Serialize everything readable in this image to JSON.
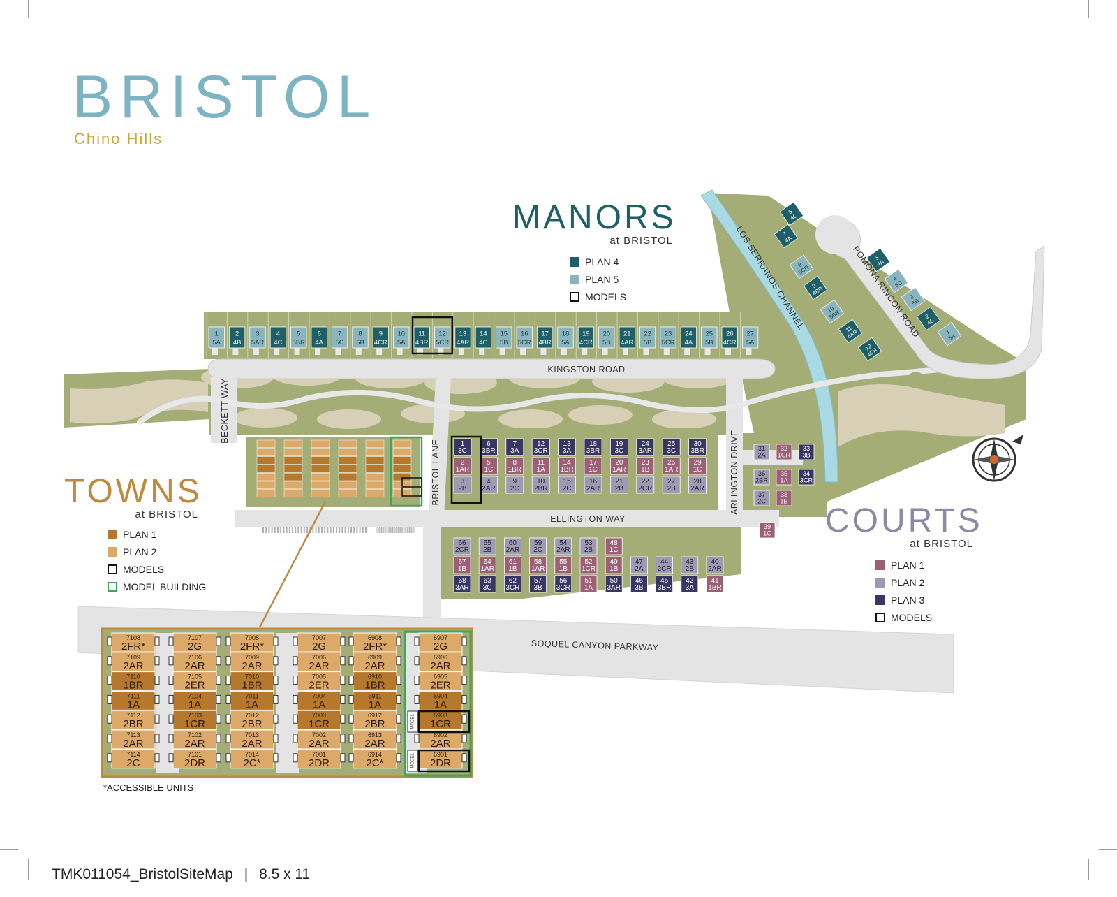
{
  "brand": {
    "title": "BRISTOL",
    "subtitle": "Chino Hills"
  },
  "colors": {
    "bg": "#ffffff",
    "grass": "#a3ad75",
    "grass_dark": "#8d9860",
    "sand": "#d7cfb6",
    "road": "#e4e4e4",
    "water": "#a9d9e2",
    "manor_plan4": "#1f6068",
    "manor_plan5": "#8ab5bf",
    "town_plan1": "#b5782c",
    "town_plan2": "#dca968",
    "court_plan1": "#9c5f75",
    "court_plan2": "#9e9ab2",
    "court_plan3": "#3a3663",
    "towns_accent": "#c08a3e",
    "model_building": "#3aa85b"
  },
  "manors": {
    "title": "MANORS",
    "sub": "at BRISTOL",
    "legend": [
      {
        "label": "PLAN 4",
        "type": "plan4"
      },
      {
        "label": "PLAN 5",
        "type": "plan5"
      },
      {
        "label": "MODELS",
        "type": "model"
      }
    ],
    "row_lots": [
      {
        "n": "1",
        "p": "5A"
      },
      {
        "n": "2",
        "p": "4B"
      },
      {
        "n": "3",
        "p": "5AR"
      },
      {
        "n": "4",
        "p": "4C"
      },
      {
        "n": "5",
        "p": "5BR"
      },
      {
        "n": "6",
        "p": "4A"
      },
      {
        "n": "7",
        "p": "5C"
      },
      {
        "n": "8",
        "p": "5B"
      },
      {
        "n": "9",
        "p": "4CR"
      },
      {
        "n": "10",
        "p": "5A"
      },
      {
        "n": "11",
        "p": "4BR"
      },
      {
        "n": "12",
        "p": "5CR"
      },
      {
        "n": "13",
        "p": "4AR"
      },
      {
        "n": "14",
        "p": "4C"
      },
      {
        "n": "15",
        "p": "5B"
      },
      {
        "n": "16",
        "p": "5CR"
      },
      {
        "n": "17",
        "p": "4BR"
      },
      {
        "n": "18",
        "p": "5A"
      },
      {
        "n": "19",
        "p": "4CR"
      },
      {
        "n": "20",
        "p": "5B"
      },
      {
        "n": "21",
        "p": "4AR"
      },
      {
        "n": "22",
        "p": "5B"
      },
      {
        "n": "23",
        "p": "5CR"
      },
      {
        "n": "24",
        "p": "4A"
      },
      {
        "n": "25",
        "p": "5B"
      },
      {
        "n": "26",
        "p": "4CR"
      },
      {
        "n": "27",
        "p": "5A"
      }
    ],
    "cul_lots": [
      {
        "n": "6",
        "p": "4C"
      },
      {
        "n": "7",
        "p": "4A"
      },
      {
        "n": "8",
        "p": "5CR"
      },
      {
        "n": "9",
        "p": "4BR"
      },
      {
        "n": "10",
        "p": "5BR"
      },
      {
        "n": "11",
        "p": "4AR"
      },
      {
        "n": "12",
        "p": "4CR"
      },
      {
        "n": "5",
        "p": "4A"
      },
      {
        "n": "4",
        "p": "5C"
      },
      {
        "n": "3",
        "p": "5B"
      },
      {
        "n": "2",
        "p": "4C"
      },
      {
        "n": "1",
        "p": "5A"
      }
    ]
  },
  "towns": {
    "title": "TOWNS",
    "sub": "at BRISTOL",
    "legend": [
      {
        "label": "PLAN 1",
        "type": "plan1"
      },
      {
        "label": "PLAN 2",
        "type": "plan2"
      },
      {
        "label": "MODELS",
        "type": "model"
      },
      {
        "label": "MODEL BUILDING",
        "type": "building"
      }
    ],
    "inset_buildings": [
      [
        {
          "n": "7108",
          "p": "2FR*"
        },
        {
          "n": "7109",
          "p": "2AR"
        },
        {
          "n": "7110",
          "p": "1BR"
        },
        {
          "n": "7111",
          "p": "1A"
        },
        {
          "n": "7112",
          "p": "2BR"
        },
        {
          "n": "7113",
          "p": "2AR"
        },
        {
          "n": "7114",
          "p": "2C"
        }
      ],
      [
        {
          "n": "7107",
          "p": "2G"
        },
        {
          "n": "7106",
          "p": "2AR"
        },
        {
          "n": "7105",
          "p": "2ER"
        },
        {
          "n": "7104",
          "p": "1A"
        },
        {
          "n": "7103",
          "p": "1CR"
        },
        {
          "n": "7102",
          "p": "2AR"
        },
        {
          "n": "7101",
          "p": "2DR"
        }
      ],
      [
        {
          "n": "7008",
          "p": "2FR*"
        },
        {
          "n": "7009",
          "p": "2AR"
        },
        {
          "n": "7010",
          "p": "1BR"
        },
        {
          "n": "7011",
          "p": "1A"
        },
        {
          "n": "7012",
          "p": "2BR"
        },
        {
          "n": "7013",
          "p": "2AR"
        },
        {
          "n": "7014",
          "p": "2C*"
        }
      ],
      [
        {
          "n": "7007",
          "p": "2G"
        },
        {
          "n": "7006",
          "p": "2AR"
        },
        {
          "n": "7005",
          "p": "2ER"
        },
        {
          "n": "7004",
          "p": "1A"
        },
        {
          "n": "7003",
          "p": "1CR"
        },
        {
          "n": "7002",
          "p": "2AR"
        },
        {
          "n": "7001",
          "p": "2DR"
        }
      ],
      [
        {
          "n": "6908",
          "p": "2FR*"
        },
        {
          "n": "6909",
          "p": "2AR"
        },
        {
          "n": "6910",
          "p": "1BR"
        },
        {
          "n": "6911",
          "p": "1A"
        },
        {
          "n": "6912",
          "p": "2BR"
        },
        {
          "n": "6913",
          "p": "2AR"
        },
        {
          "n": "6914",
          "p": "2C*"
        }
      ],
      [
        {
          "n": "6907",
          "p": "2G"
        },
        {
          "n": "6906",
          "p": "2AR"
        },
        {
          "n": "6905",
          "p": "2ER"
        },
        {
          "n": "6904",
          "p": "1A"
        },
        {
          "n": "6903",
          "p": "1CR"
        },
        {
          "n": "6902",
          "p": "2AR"
        },
        {
          "n": "6901",
          "p": "2DR"
        }
      ]
    ],
    "model_tag": "MODEL",
    "accessible_note": "*ACCESSIBLE UNITS"
  },
  "courts": {
    "title": "COURTS",
    "sub": "at BRISTOL",
    "legend": [
      {
        "label": "PLAN 1",
        "type": "plan1"
      },
      {
        "label": "PLAN 2",
        "type": "plan2"
      },
      {
        "label": "PLAN 3",
        "type": "plan3"
      },
      {
        "label": "MODELS",
        "type": "model"
      }
    ],
    "grid_top": [
      [
        {
          "n": "1",
          "p": "3C"
        },
        {
          "n": "2",
          "p": "1AR"
        },
        {
          "n": "3",
          "p": "2B"
        }
      ],
      [
        {
          "n": "6",
          "p": "3BR"
        },
        {
          "n": "5",
          "p": "1C"
        },
        {
          "n": "4",
          "p": "2AR"
        }
      ],
      [
        {
          "n": "7",
          "p": "3A"
        },
        {
          "n": "8",
          "p": "1BR"
        },
        {
          "n": "9",
          "p": "2C"
        }
      ],
      [
        {
          "n": "12",
          "p": "3CR"
        },
        {
          "n": "11",
          "p": "1A"
        },
        {
          "n": "10",
          "p": "2BR"
        }
      ],
      [
        {
          "n": "13",
          "p": "3A"
        },
        {
          "n": "14",
          "p": "1BR"
        },
        {
          "n": "15",
          "p": "2C"
        }
      ],
      [
        {
          "n": "18",
          "p": "3BR"
        },
        {
          "n": "17",
          "p": "1C"
        },
        {
          "n": "16",
          "p": "2AR"
        }
      ],
      [
        {
          "n": "19",
          "p": "3C"
        },
        {
          "n": "20",
          "p": "1AR"
        },
        {
          "n": "21",
          "p": "2B"
        }
      ],
      [
        {
          "n": "24",
          "p": "3AR"
        },
        {
          "n": "23",
          "p": "1B"
        },
        {
          "n": "22",
          "p": "2CR"
        }
      ],
      [
        {
          "n": "25",
          "p": "3C"
        },
        {
          "n": "26",
          "p": "1AR"
        },
        {
          "n": "27",
          "p": "2B"
        }
      ],
      [
        {
          "n": "30",
          "p": "3BR"
        },
        {
          "n": "29",
          "p": "1C"
        },
        {
          "n": "28",
          "p": "2AR"
        }
      ]
    ],
    "grid_bottom": [
      [
        {
          "n": "66",
          "p": "2CR"
        },
        {
          "n": "67",
          "p": "1B"
        },
        {
          "n": "68",
          "p": "3AR"
        }
      ],
      [
        {
          "n": "65",
          "p": "2B"
        },
        {
          "n": "64",
          "p": "1AR"
        },
        {
          "n": "63",
          "p": "3C"
        }
      ],
      [
        {
          "n": "60",
          "p": "2AR"
        },
        {
          "n": "61",
          "p": "1B"
        },
        {
          "n": "62",
          "p": "3CR"
        }
      ],
      [
        {
          "n": "59",
          "p": "2C"
        },
        {
          "n": "58",
          "p": "1AR"
        },
        {
          "n": "57",
          "p": "3B"
        }
      ],
      [
        {
          "n": "54",
          "p": "2AR"
        },
        {
          "n": "55",
          "p": "1B"
        },
        {
          "n": "56",
          "p": "3CR"
        }
      ],
      [
        {
          "n": "53",
          "p": "2B"
        },
        {
          "n": "52",
          "p": "1CR"
        },
        {
          "n": "51",
          "p": "1A"
        }
      ],
      [
        {
          "n": "48",
          "p": "1C"
        },
        {
          "n": "49",
          "p": "1B"
        },
        {
          "n": "50",
          "p": "3AR"
        }
      ],
      [
        {
          "n": "47",
          "p": "2A"
        },
        {
          "n": "46",
          "p": "3B"
        }
      ],
      [
        {
          "n": "44",
          "p": "2CR"
        },
        {
          "n": "45",
          "p": "3BR"
        }
      ],
      [
        {
          "n": "43",
          "p": "2B"
        },
        {
          "n": "42",
          "p": "3A"
        }
      ],
      [
        {
          "n": "40",
          "p": "2AR"
        },
        {
          "n": "41",
          "p": "1BR"
        }
      ]
    ],
    "east": [
      {
        "n": "31",
        "p": "2A"
      },
      {
        "n": "32",
        "p": "1CR"
      },
      {
        "n": "33",
        "p": "3B"
      },
      {
        "n": "36",
        "p": "2BR"
      },
      {
        "n": "35",
        "p": "1A"
      },
      {
        "n": "34",
        "p": "3CR"
      },
      {
        "n": "37",
        "p": "2C"
      },
      {
        "n": "38",
        "p": "1B"
      },
      {
        "n": "39",
        "p": "1C"
      }
    ]
  },
  "streets": {
    "kingston": "KINGSTON ROAD",
    "beckett": "BECKETT WAY",
    "bristol_lane": "BRISTOL LANE",
    "arlington": "ARLINGTON DRIVE",
    "ellington": "ELLINGTON WAY",
    "soquel": "SOQUEL CANYON PARKWAY",
    "channel": "LOS SERRANOS CHANNEL",
    "pomona": "POMONA RINCON ROAD"
  },
  "footer": {
    "file": "TMK011054_BristolSiteMap",
    "sep": "|",
    "size": "8.5 x 11"
  }
}
